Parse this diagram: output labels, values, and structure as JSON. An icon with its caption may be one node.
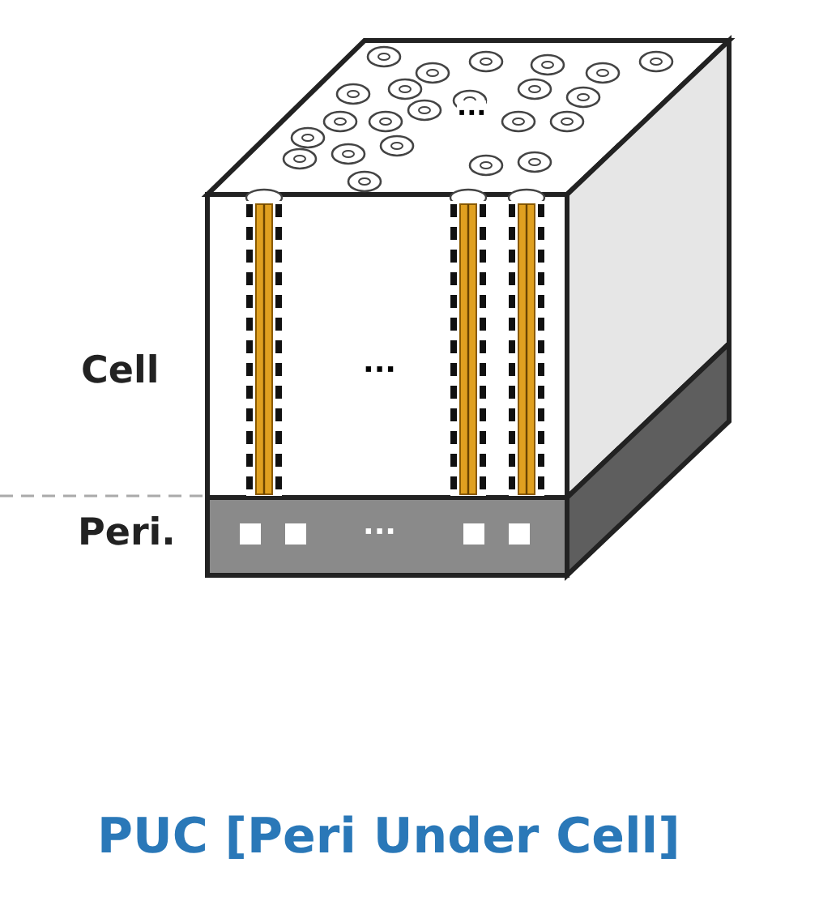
{
  "diagram": {
    "caption": "PUC [Peri Under Cell]",
    "labels": [
      "···",
      "Cell",
      "···",
      "Peri.",
      "···"
    ]
  }
}
